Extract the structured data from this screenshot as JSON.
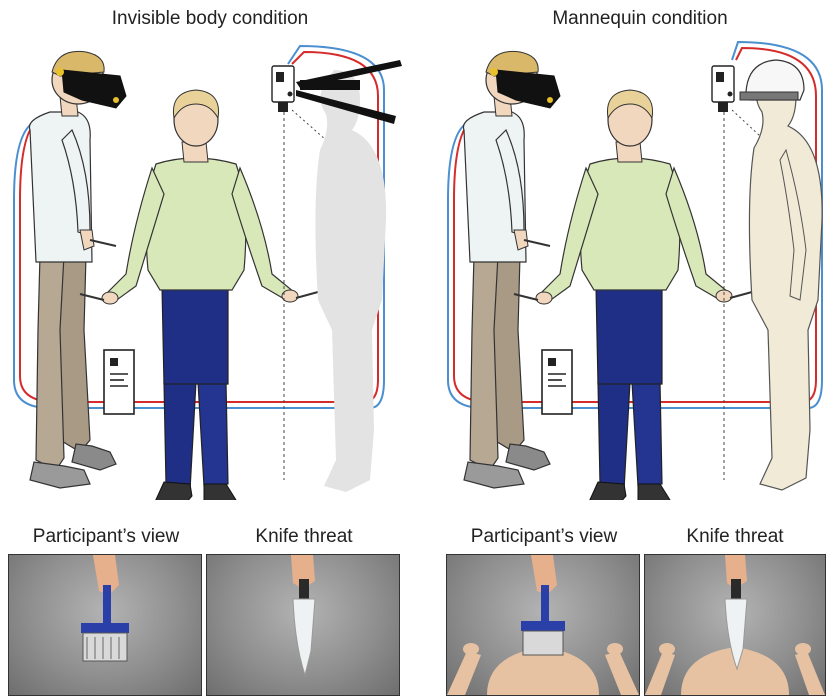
{
  "panels": [
    {
      "title": "Invisible body condition"
    },
    {
      "title": "Mannequin condition"
    }
  ],
  "photo_labels": {
    "left_view": "Participant’s view",
    "left_threat": "Knife threat",
    "right_view": "Participant’s view",
    "right_threat": "Knife threat"
  },
  "colors": {
    "red_cable": "#d62b2b",
    "blue_cable": "#4a8fd0",
    "shirt_green": "#d9e8b8",
    "pants_navy": "#1f2f86",
    "pants_khaki": "#a99a86",
    "invisible_body": "#e3e3e3",
    "mannequin": "#f1ead7"
  }
}
